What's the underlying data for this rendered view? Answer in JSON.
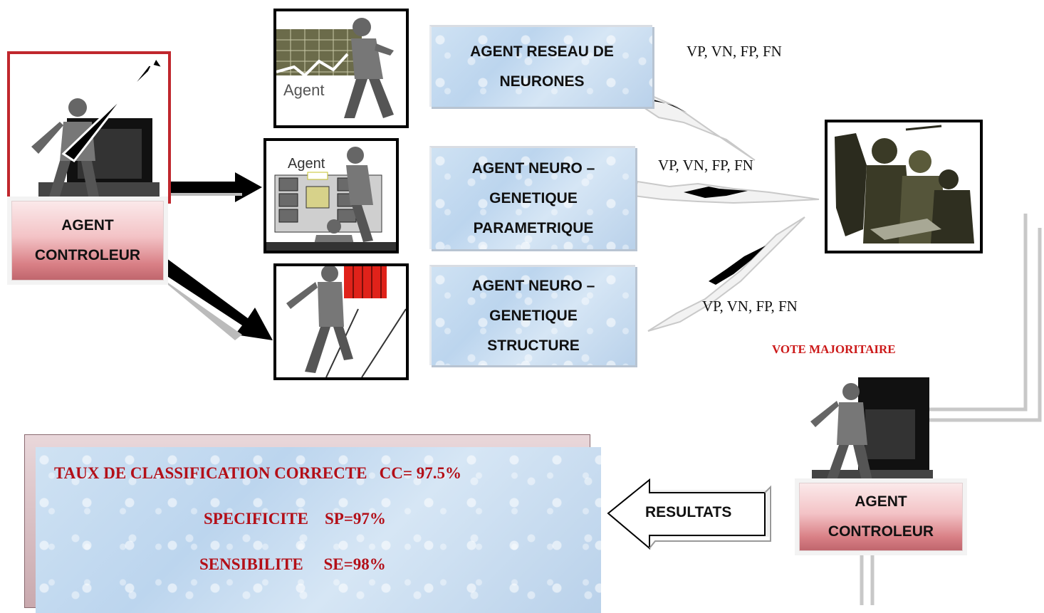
{
  "agents": {
    "neural": [
      "AGENT  RESEAU DE",
      "NEURONES"
    ],
    "param": [
      "AGENT  NEURO –",
      "GENETIQUE",
      "PARAMETRIQUE"
    ],
    "struct": [
      "AGENT  NEURO –",
      "GENETIQUE",
      "STRUCTURE"
    ]
  },
  "controller_left": [
    "AGENT",
    "CONTROLEUR"
  ],
  "controller_right": [
    "AGENT",
    "CONTROLEUR"
  ],
  "vp_labels": [
    "VP, VN, FP, FN",
    "VP, VN, FP, FN",
    "VP, VN, FP, FN"
  ],
  "vote": "VOTE MAJORITAIRE",
  "results_arrow": "RESULTATS",
  "image_text": {
    "agent": "Agent"
  },
  "results": {
    "cc": "TAUX DE CLASSIFICATION CORRECTE   CC= 97.5%",
    "sp": "SPECIFICITE    SP=97%",
    "se": "SENSIBILITE     SE=98%"
  },
  "colors": {
    "result_text": "#b30f18",
    "vote_text": "#cc1a1a",
    "box_fill": "#c7dcf1",
    "controller_fill": "#d98086"
  }
}
